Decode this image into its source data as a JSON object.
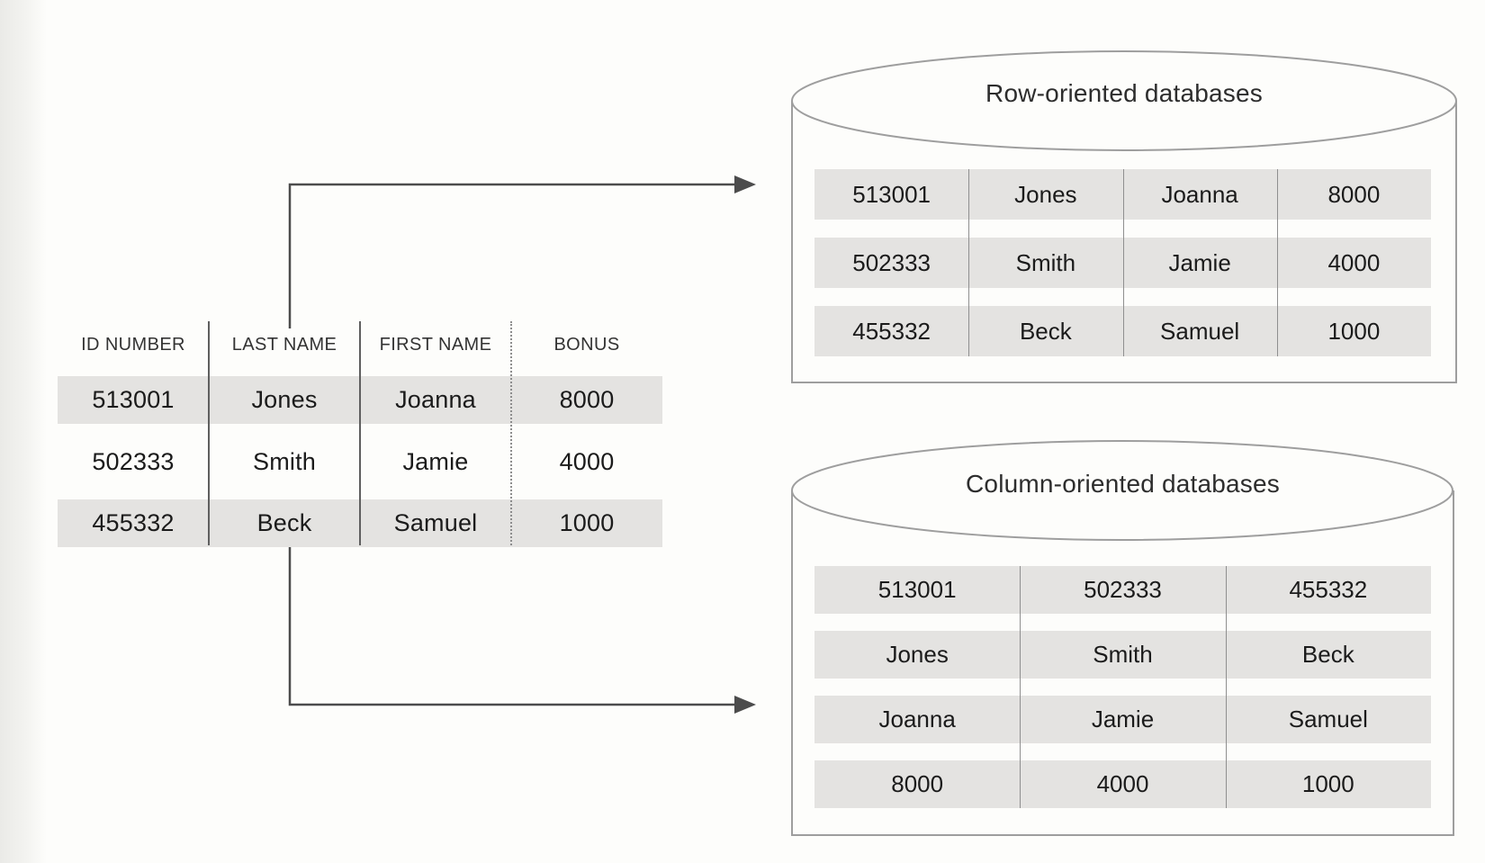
{
  "figure": {
    "source_table": {
      "headers": [
        "ID NUMBER",
        "LAST NAME",
        "FIRST NAME",
        "BONUS"
      ],
      "rows": [
        [
          "513001",
          "Jones",
          "Joanna",
          "8000"
        ],
        [
          "502333",
          "Smith",
          "Jamie",
          "4000"
        ],
        [
          "455332",
          "Beck",
          "Samuel",
          "1000"
        ]
      ]
    },
    "row_oriented": {
      "title": "Row-oriented databases",
      "rows": [
        [
          "513001",
          "Jones",
          "Joanna",
          "8000"
        ],
        [
          "502333",
          "Smith",
          "Jamie",
          "4000"
        ],
        [
          "455332",
          "Beck",
          "Samuel",
          "1000"
        ]
      ]
    },
    "column_oriented": {
      "title": "Column-oriented databases",
      "rows": [
        [
          "513001",
          "502333",
          "455332"
        ],
        [
          "Jones",
          "Smith",
          "Beck"
        ],
        [
          "Joanna",
          "Jamie",
          "Samuel"
        ],
        [
          "8000",
          "4000",
          "1000"
        ]
      ]
    }
  },
  "colors": {
    "background": "#fdfdfb",
    "band_gray": "#e4e3e1",
    "cylinder_outline": "#9e9e9e",
    "table_divider": "#5f5f5f",
    "arrow": "#4c4c4c",
    "text": "#1c1c1c"
  }
}
